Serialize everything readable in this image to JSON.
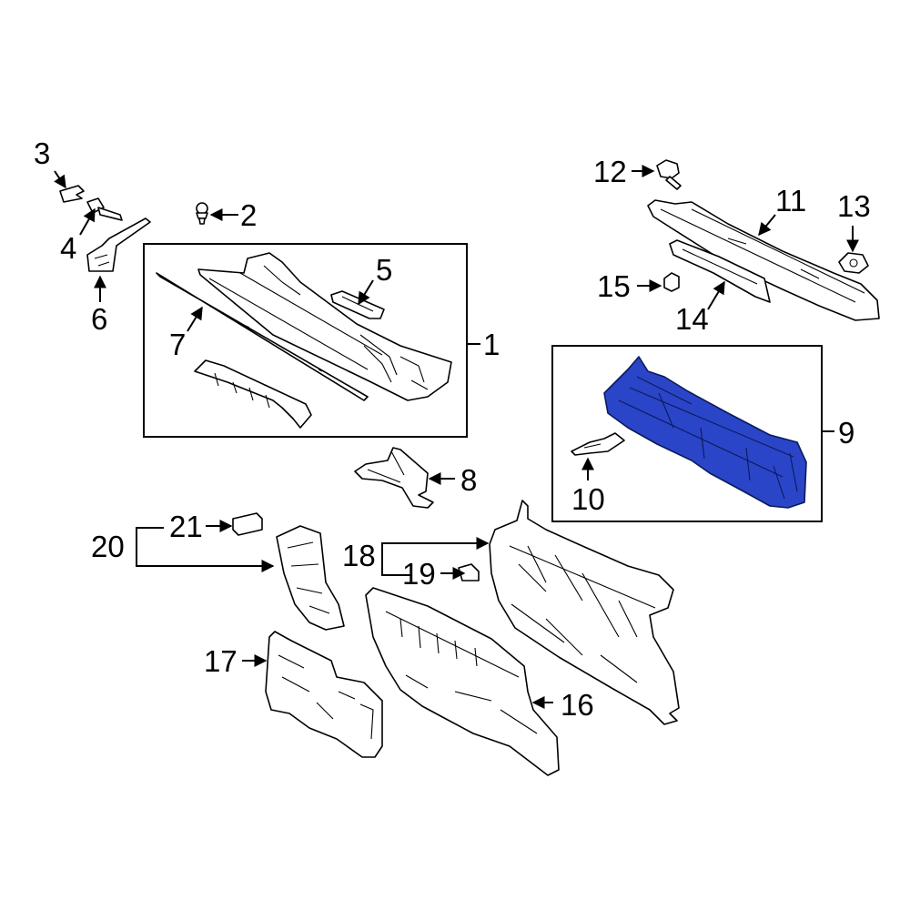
{
  "diagram": {
    "highlight_color": "#2b45c8",
    "line_color": "#000000",
    "background": "#ffffff",
    "callouts": [
      {
        "id": "1",
        "label": "1"
      },
      {
        "id": "2",
        "label": "2"
      },
      {
        "id": "3",
        "label": "3"
      },
      {
        "id": "4",
        "label": "4"
      },
      {
        "id": "5",
        "label": "5"
      },
      {
        "id": "6",
        "label": "6"
      },
      {
        "id": "7",
        "label": "7"
      },
      {
        "id": "8",
        "label": "8"
      },
      {
        "id": "9",
        "label": "9"
      },
      {
        "id": "10",
        "label": "10"
      },
      {
        "id": "11",
        "label": "11"
      },
      {
        "id": "12",
        "label": "12"
      },
      {
        "id": "13",
        "label": "13"
      },
      {
        "id": "14",
        "label": "14"
      },
      {
        "id": "15",
        "label": "15"
      },
      {
        "id": "16",
        "label": "16"
      },
      {
        "id": "17",
        "label": "17"
      },
      {
        "id": "18",
        "label": "18"
      },
      {
        "id": "19",
        "label": "19"
      },
      {
        "id": "20",
        "label": "20"
      },
      {
        "id": "21",
        "label": "21"
      }
    ]
  }
}
